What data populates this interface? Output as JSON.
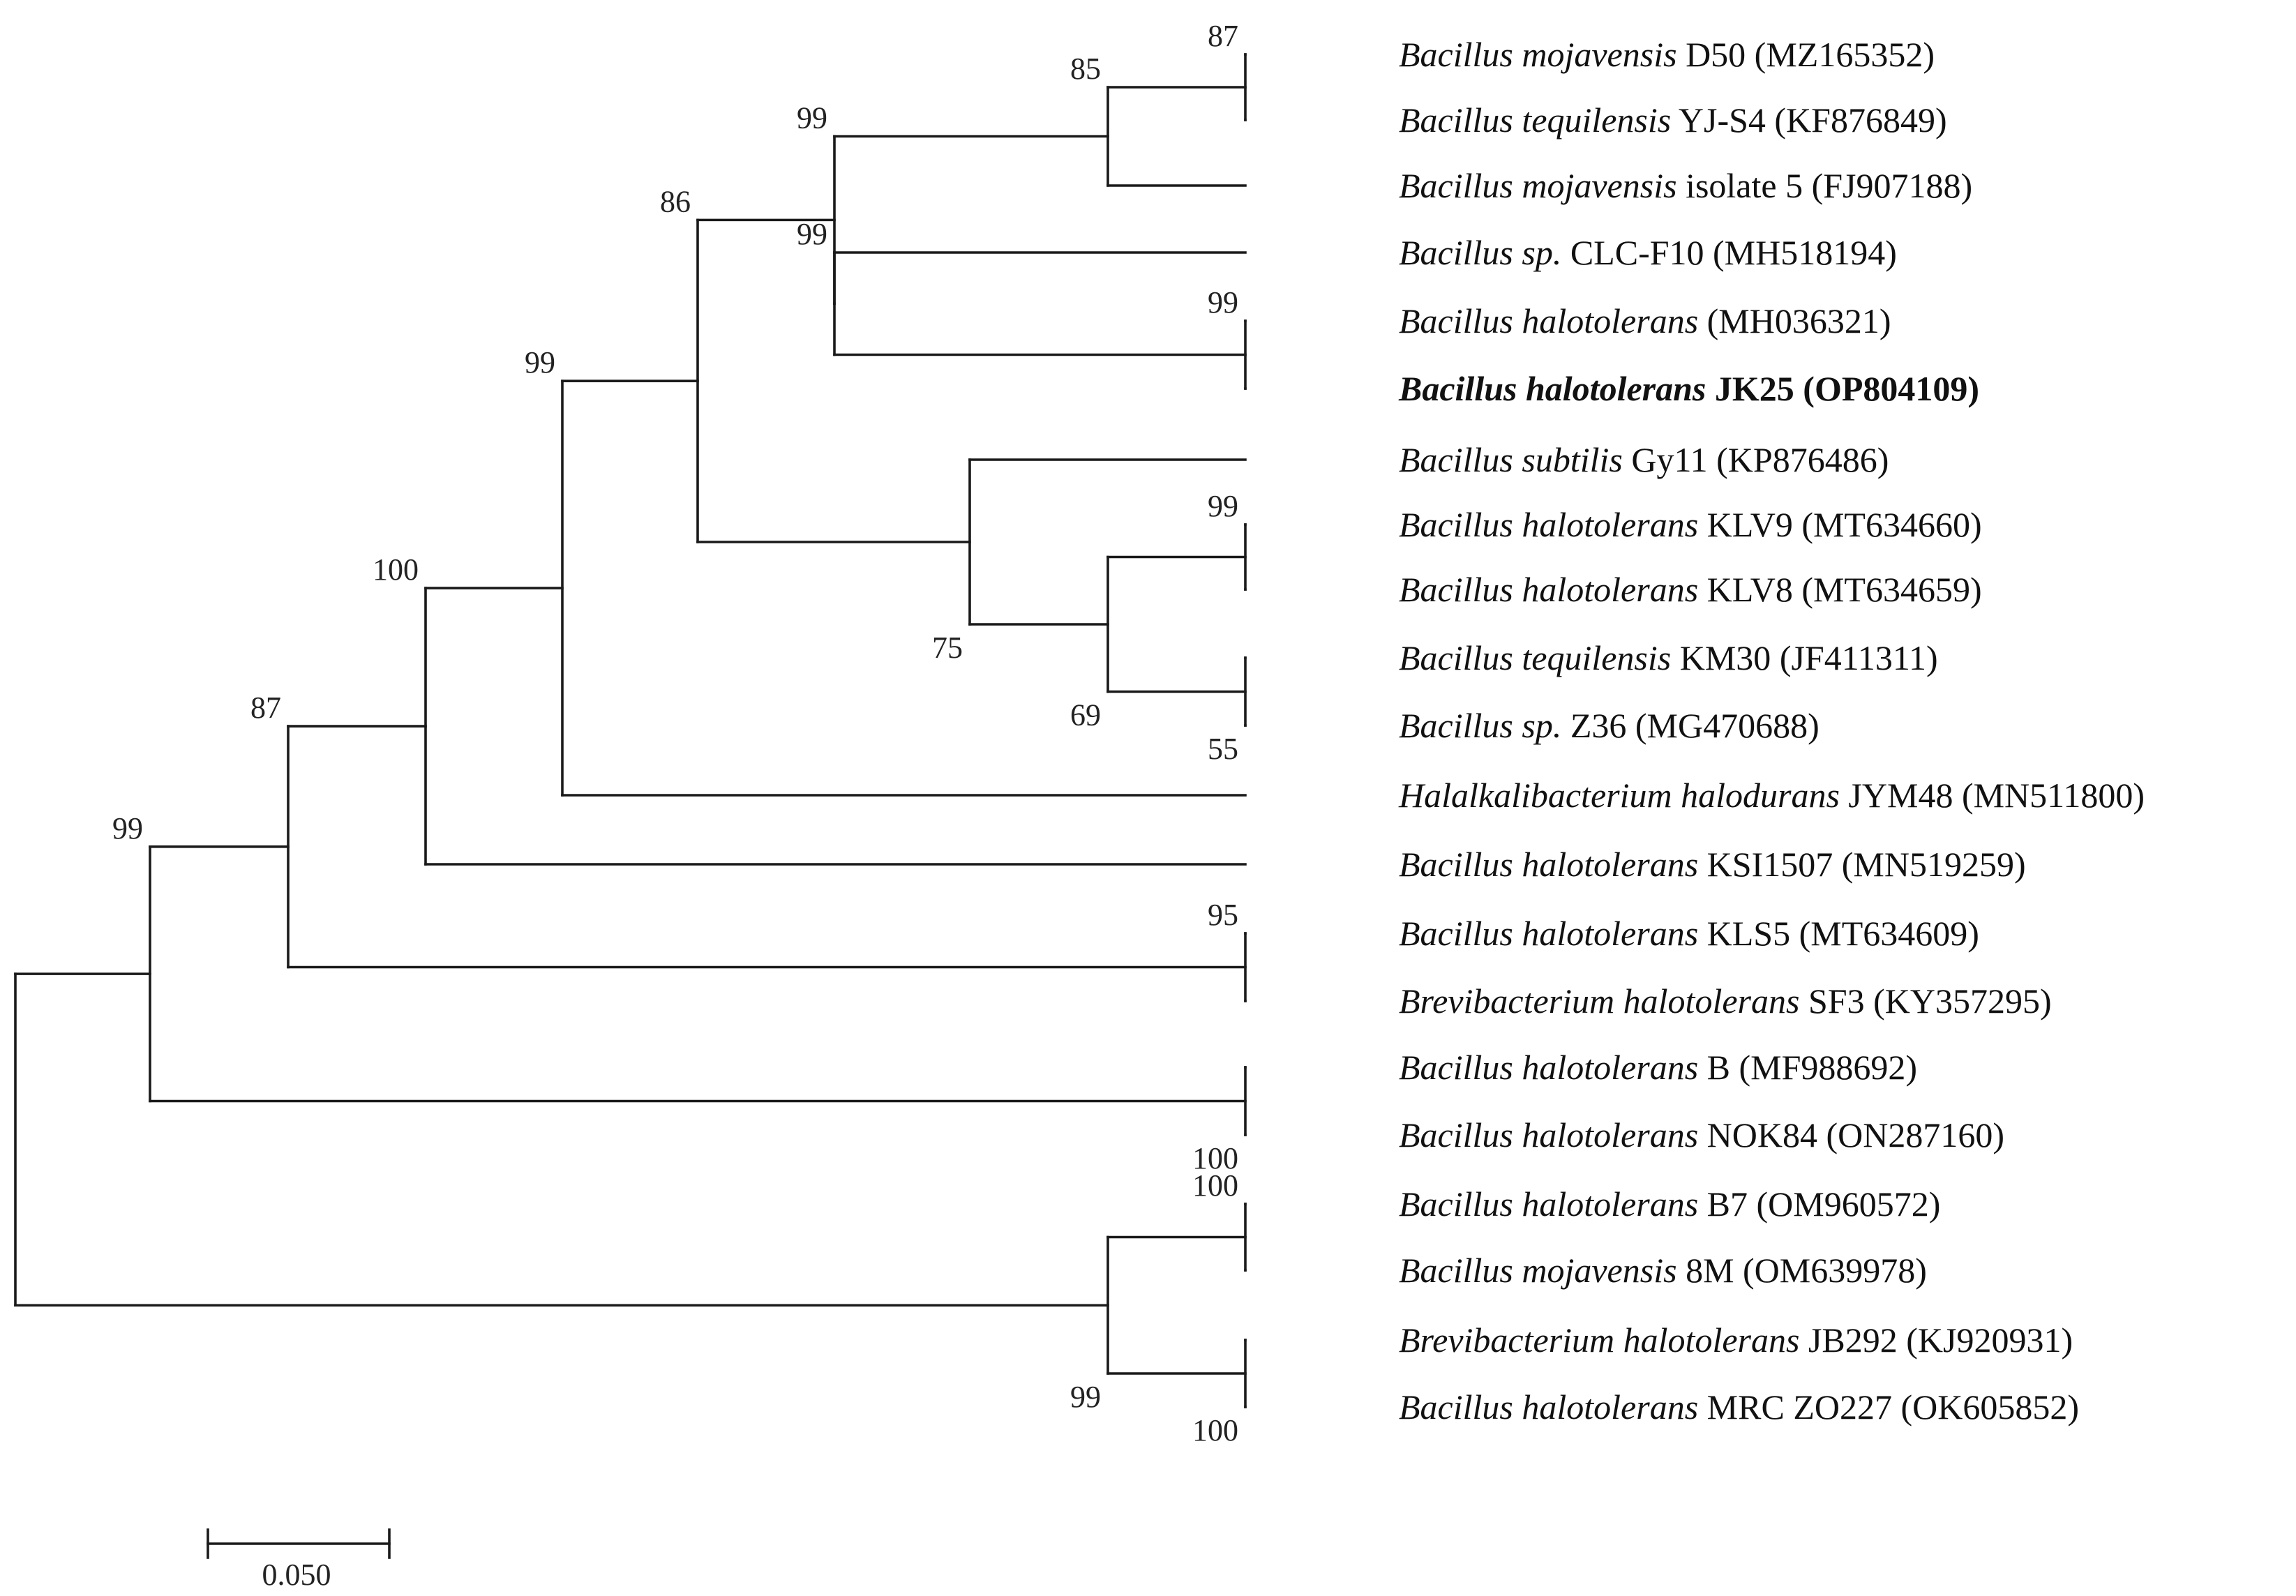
{
  "tree": {
    "leaves": [
      {
        "id": "L1",
        "genus_species": "Bacillus mojavensis",
        "strain": "D50",
        "accession": "(MZ165352)",
        "bold": false
      },
      {
        "id": "L2",
        "genus_species": "Bacillus tequilensis",
        "strain": "YJ-S4",
        "accession": "(KF876849)",
        "bold": false
      },
      {
        "id": "L3",
        "genus_species": "Bacillus mojavensis",
        "strain": "isolate 5",
        "accession": "(FJ907188)",
        "bold": false
      },
      {
        "id": "L4",
        "genus_species": "Bacillus sp.",
        "strain": "CLC-F10",
        "accession": "(MH518194)",
        "bold": false
      },
      {
        "id": "L5",
        "genus_species": "Bacillus halotolerans",
        "strain": "",
        "accession": "(MH036321)",
        "bold": false
      },
      {
        "id": "L6",
        "genus_species": "Bacillus halotolerans",
        "strain": "JK25",
        "accession": "(OP804109)",
        "bold": true
      },
      {
        "id": "L7",
        "genus_species": "Bacillus subtilis",
        "strain": "Gy11",
        "accession": "(KP876486)",
        "bold": false
      },
      {
        "id": "L8",
        "genus_species": "Bacillus halotolerans",
        "strain": "KLV9",
        "accession": "(MT634660)",
        "bold": false
      },
      {
        "id": "L9",
        "genus_species": "Bacillus halotolerans",
        "strain": "KLV8",
        "accession": "(MT634659)",
        "bold": false
      },
      {
        "id": "L10",
        "genus_species": "Bacillus tequilensis",
        "strain": "KM30",
        "accession": "(JF411311)",
        "bold": false
      },
      {
        "id": "L11",
        "genus_species": "Bacillus sp.",
        "strain": "Z36",
        "accession": "(MG470688)",
        "bold": false
      },
      {
        "id": "L12",
        "genus_species": "Halalkalibacterium halodurans",
        "strain": "JYM48",
        "accession": "(MN511800)",
        "bold": false
      },
      {
        "id": "L13",
        "genus_species": "Bacillus halotolerans",
        "strain": "KSI1507",
        "accession": "(MN519259)",
        "bold": false
      },
      {
        "id": "L14",
        "genus_species": "Bacillus halotolerans",
        "strain": "KLS5",
        "accession": "(MT634609)",
        "bold": false
      },
      {
        "id": "L15",
        "genus_species": "Brevibacterium halotolerans",
        "strain": "SF3",
        "accession": "(KY357295)",
        "bold": false
      },
      {
        "id": "L16",
        "genus_species": "Bacillus halotolerans",
        "strain": "B",
        "accession": "(MF988692)",
        "bold": false
      },
      {
        "id": "L17",
        "genus_species": "Bacillus halotolerans",
        "strain": "NOK84",
        "accession": "(ON287160)",
        "bold": false
      },
      {
        "id": "L18",
        "genus_species": "Bacillus halotolerans",
        "strain": "B7",
        "accession": "(OM960572)",
        "bold": false
      },
      {
        "id": "L19",
        "genus_species": "Bacillus mojavensis",
        "strain": "8M",
        "accession": "(OM639978)",
        "bold": false
      },
      {
        "id": "L20",
        "genus_species": "Brevibacterium halotolerans",
        "strain": "JB292",
        "accession": "(KJ920931)",
        "bold": false
      },
      {
        "id": "L21",
        "genus_species": "Bacillus halotolerans",
        "strain": "MRC ZO227",
        "accession": "(OK605852)",
        "bold": false
      }
    ],
    "root": [
      "N99a",
      "N99g"
    ],
    "nodes": {
      "N99a": {
        "support": "99",
        "support_pos": "above",
        "children": [
          "N87b",
          "N100h"
        ]
      },
      "N87b": {
        "support": "87",
        "support_pos": "above",
        "children": [
          "N100c",
          "N95"
        ]
      },
      "N100c": {
        "support": "100",
        "support_pos": "above",
        "children": [
          "N99d",
          "L13"
        ]
      },
      "N99d": {
        "support": "99",
        "support_pos": "above",
        "children": [
          "N86",
          "L12"
        ]
      },
      "N86": {
        "support": "86",
        "support_pos": "above",
        "children": [
          "N99e",
          "N75"
        ]
      },
      "N99e": {
        "support": "99",
        "support_pos": "above",
        "children": [
          "N85",
          "N99f"
        ]
      },
      "N85": {
        "support": "85",
        "support_pos": "above",
        "children": [
          "N87a",
          "L3"
        ]
      },
      "N87a": {
        "support": "87",
        "support_pos": "above",
        "children": [
          "L1",
          "L2"
        ]
      },
      "N99f": {
        "support": "99",
        "support_pos": "above",
        "children": [
          "L4",
          "N99j"
        ]
      },
      "N99j": {
        "support": "99",
        "support_pos": "above",
        "children": [
          "L5",
          "L6"
        ]
      },
      "N75": {
        "support": "75",
        "support_pos": "below",
        "children": [
          "L7",
          "N69"
        ]
      },
      "N69": {
        "support": "69",
        "support_pos": "below",
        "children": [
          "N99k",
          "N55"
        ]
      },
      "N99k": {
        "support": "99",
        "support_pos": "above",
        "children": [
          "L8",
          "L9"
        ]
      },
      "N55": {
        "support": "55",
        "support_pos": "below",
        "children": [
          "L10",
          "L11"
        ]
      },
      "N95": {
        "support": "95",
        "support_pos": "above",
        "children": [
          "L14",
          "L15"
        ]
      },
      "N100h": {
        "support": "100",
        "support_pos": "below",
        "children": [
          "L16",
          "L17"
        ]
      },
      "N99g": {
        "support": "99",
        "support_pos": "below",
        "children": [
          "N100i",
          "N100l"
        ]
      },
      "N100i": {
        "support": "100",
        "support_pos": "above",
        "children": [
          "L18",
          "L19"
        ]
      },
      "N100l": {
        "support": "100",
        "support_pos": "below",
        "children": [
          "L20",
          "L21"
        ]
      }
    }
  },
  "scale_bar": {
    "label": "0.050"
  }
}
